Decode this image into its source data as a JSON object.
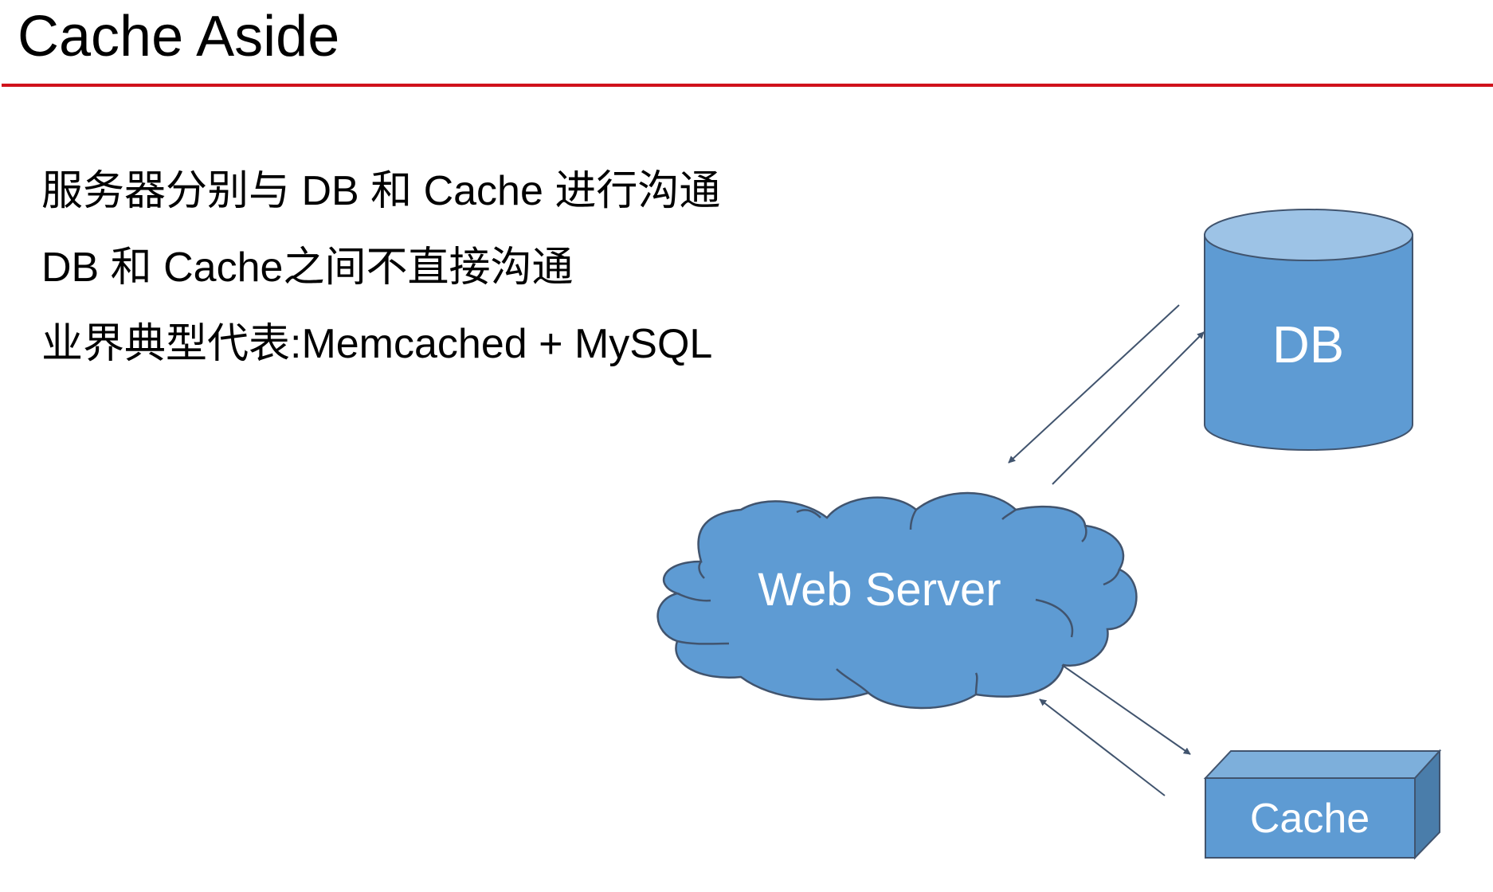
{
  "slide": {
    "title": "Cache Aside",
    "rule_color": "#D0121B"
  },
  "bullets": [
    "服务器分别与 DB 和 Cache 进行沟通",
    "DB 和 Cache之间不直接沟通",
    "业界典型代表:Memcached + MySQL"
  ],
  "diagram": {
    "nodes": {
      "db": {
        "label": "DB",
        "shape": "cylinder-icon"
      },
      "web_server": {
        "label": "Web Server",
        "shape": "cloud-icon"
      },
      "cache": {
        "label": "Cache",
        "shape": "box-3d-icon"
      }
    },
    "edges": [
      {
        "from": "DB",
        "to": "Web Server"
      },
      {
        "from": "Web Server",
        "to": "DB"
      },
      {
        "from": "Web Server",
        "to": "Cache"
      },
      {
        "from": "Cache",
        "to": "Web Server"
      }
    ],
    "colors": {
      "fill": "#5E9BD3",
      "fill_light": "#9DC3E6",
      "fill_top": "#7DAFDB",
      "fill_side": "#4A7DAA",
      "stroke": "#41546E",
      "label": "#FFFFFF"
    }
  }
}
